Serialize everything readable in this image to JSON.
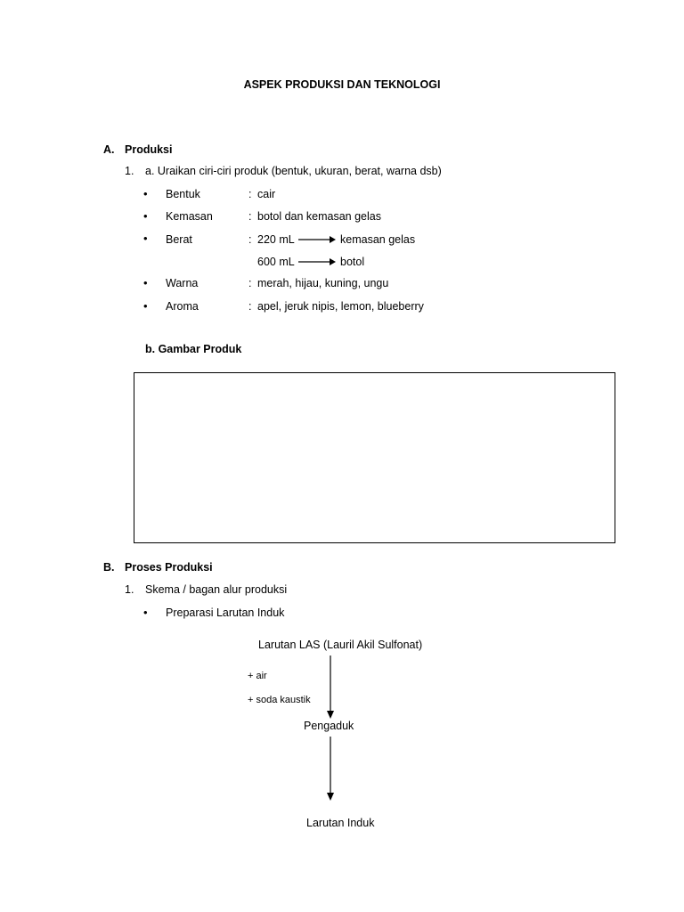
{
  "title": "ASPEK PRODUKSI DAN TEKNOLOGI",
  "section_a": {
    "letter": "A.",
    "heading": "Produksi",
    "item1_num": "1.",
    "item1_text": "a. Uraikan ciri-ciri produk (bentuk, ukuran, berat, warna dsb)",
    "bullet_glyph": "•",
    "rows": [
      {
        "label": "Bentuk",
        "sep": ":",
        "value": "cair"
      },
      {
        "label": "Kemasan",
        "sep": ":",
        "value": "botol dan kemasan gelas"
      },
      {
        "label": "Berat",
        "sep": ":",
        "value": "220 mL",
        "target": "kemasan gelas"
      },
      {
        "label": "",
        "sep": "",
        "value": "600 mL",
        "target": "botol"
      },
      {
        "label": "Warna",
        "sep": ":",
        "value": "merah, hijau, kuning, ungu"
      },
      {
        "label": "Aroma",
        "sep": ":",
        "value": "apel, jeruk nipis, lemon, blueberry"
      }
    ],
    "gambar_label": "b. Gambar Produk"
  },
  "section_b": {
    "letter": "B.",
    "heading": "Proses Produksi",
    "item1_num": "1.",
    "item1_text": "Skema / bagan alur produksi",
    "bullet_text": "Preparasi Larutan Induk",
    "flow": {
      "start": "Larutan LAS (Lauril Akil Sulfonat)",
      "add1": "+ air",
      "add2": "+ soda kaustik",
      "middle": "Pengaduk",
      "end": "Larutan Induk"
    }
  }
}
